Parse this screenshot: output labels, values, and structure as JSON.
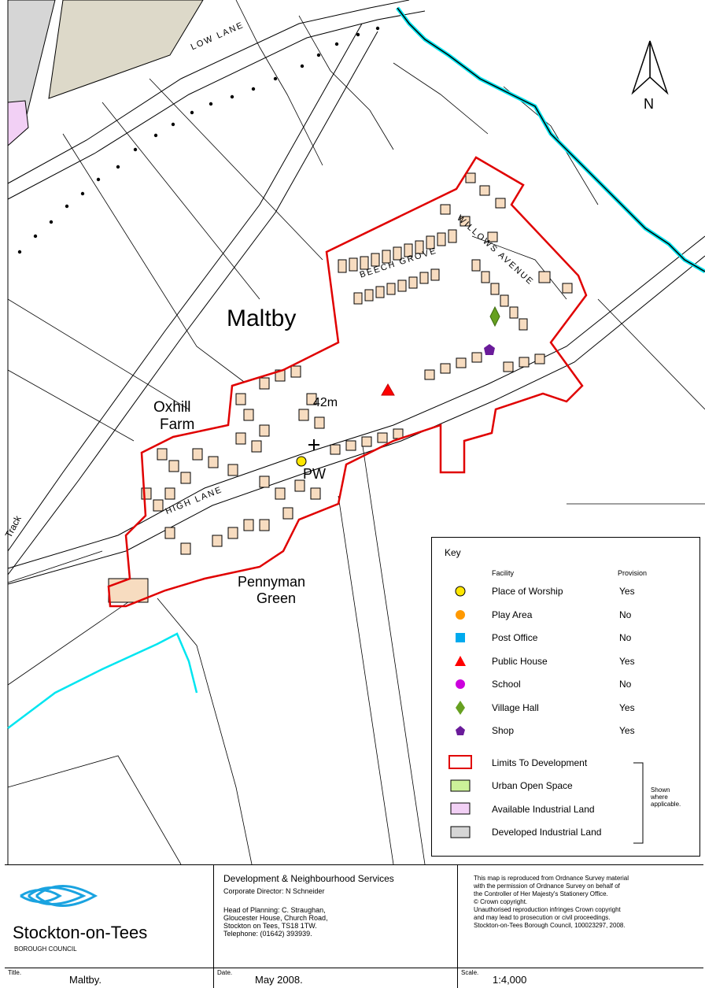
{
  "map": {
    "place_names": {
      "village": "Maltby",
      "farm_line1": "Oxhill",
      "farm_line2": "Farm",
      "green_line1": "Pennyman",
      "green_line2": "Green",
      "worship_abbrev": "PW",
      "spot_height": "42m"
    },
    "roads": {
      "low_lane": "LOW LANE",
      "high_lane": "HIGH LANE",
      "beech_grove": "BEECH GROVE",
      "willows_avenue": "WILLOWS AVENUE",
      "track": "Track"
    },
    "north_label": "N",
    "colors": {
      "development_limit": "#e00000",
      "building_fill": "#f7dcc0",
      "watercourse": "#00e5f0",
      "industrial_developed": "#d6d6d6",
      "industrial_available": "#f2d0f5",
      "open_space_fill": "#ccf299"
    }
  },
  "key": {
    "title": "Key",
    "col_facility": "Facility",
    "col_provision": "Provision",
    "facilities": [
      {
        "label": "Place of Worship",
        "provision": "Yes",
        "symbol": "circle-outline",
        "color": "#ffe600"
      },
      {
        "label": "Play Area",
        "provision": "No",
        "symbol": "circle",
        "color": "#ff9900"
      },
      {
        "label": "Post Office",
        "provision": "No",
        "symbol": "square",
        "color": "#00aaee"
      },
      {
        "label": "Public House",
        "provision": "Yes",
        "symbol": "triangle",
        "color": "#ff0000"
      },
      {
        "label": "School",
        "provision": "No",
        "symbol": "circle",
        "color": "#cc00dd"
      },
      {
        "label": "Village Hall",
        "provision": "Yes",
        "symbol": "diamond",
        "color": "#66a020"
      },
      {
        "label": "Shop",
        "provision": "Yes",
        "symbol": "pentagon",
        "color": "#6a1b9a"
      }
    ],
    "areas": [
      {
        "label": "Limits To Development",
        "fill": "#ffffff",
        "stroke": "#e00000"
      },
      {
        "label": "Urban Open Space",
        "fill": "#ccf299",
        "stroke": "#000000"
      },
      {
        "label": "Available Industrial Land",
        "fill": "#f2d0f5",
        "stroke": "#000000"
      },
      {
        "label": "Developed Industrial Land",
        "fill": "#d6d6d6",
        "stroke": "#000000"
      }
    ],
    "note_lines": [
      "Shown",
      "where",
      "applicable."
    ]
  },
  "footer": {
    "council_name": "Stockton-on-Tees",
    "council_sub": "BOROUGH COUNCIL",
    "department": "Development & Neighbourhood Services",
    "director": "Corporate Director: N Schneider",
    "address_lines": [
      "Head of Planning: C. Straughan,",
      "Gloucester House, Church Road,",
      "Stockton on Tees, TS18 1TW.",
      "Telephone: (01642) 393939."
    ],
    "copyright_lines": [
      "This map is reproduced from Ordnance Survey material",
      "with the permission of Ordnance Survey on behalf of",
      "the Controller of Her Majesty's Stationery Office.",
      "© Crown copyright.",
      "Unauthorised reproduction infringes Crown copyright",
      "and may lead to prosecution or civil proceedings.",
      "Stockton-on-Tees Borough Council, 100023297, 2008."
    ],
    "title_label": "Title.",
    "title_value": "Maltby.",
    "date_label": "Date.",
    "date_value": "May 2008.",
    "scale_label": "Scale.",
    "scale_value": "1:4,000"
  }
}
